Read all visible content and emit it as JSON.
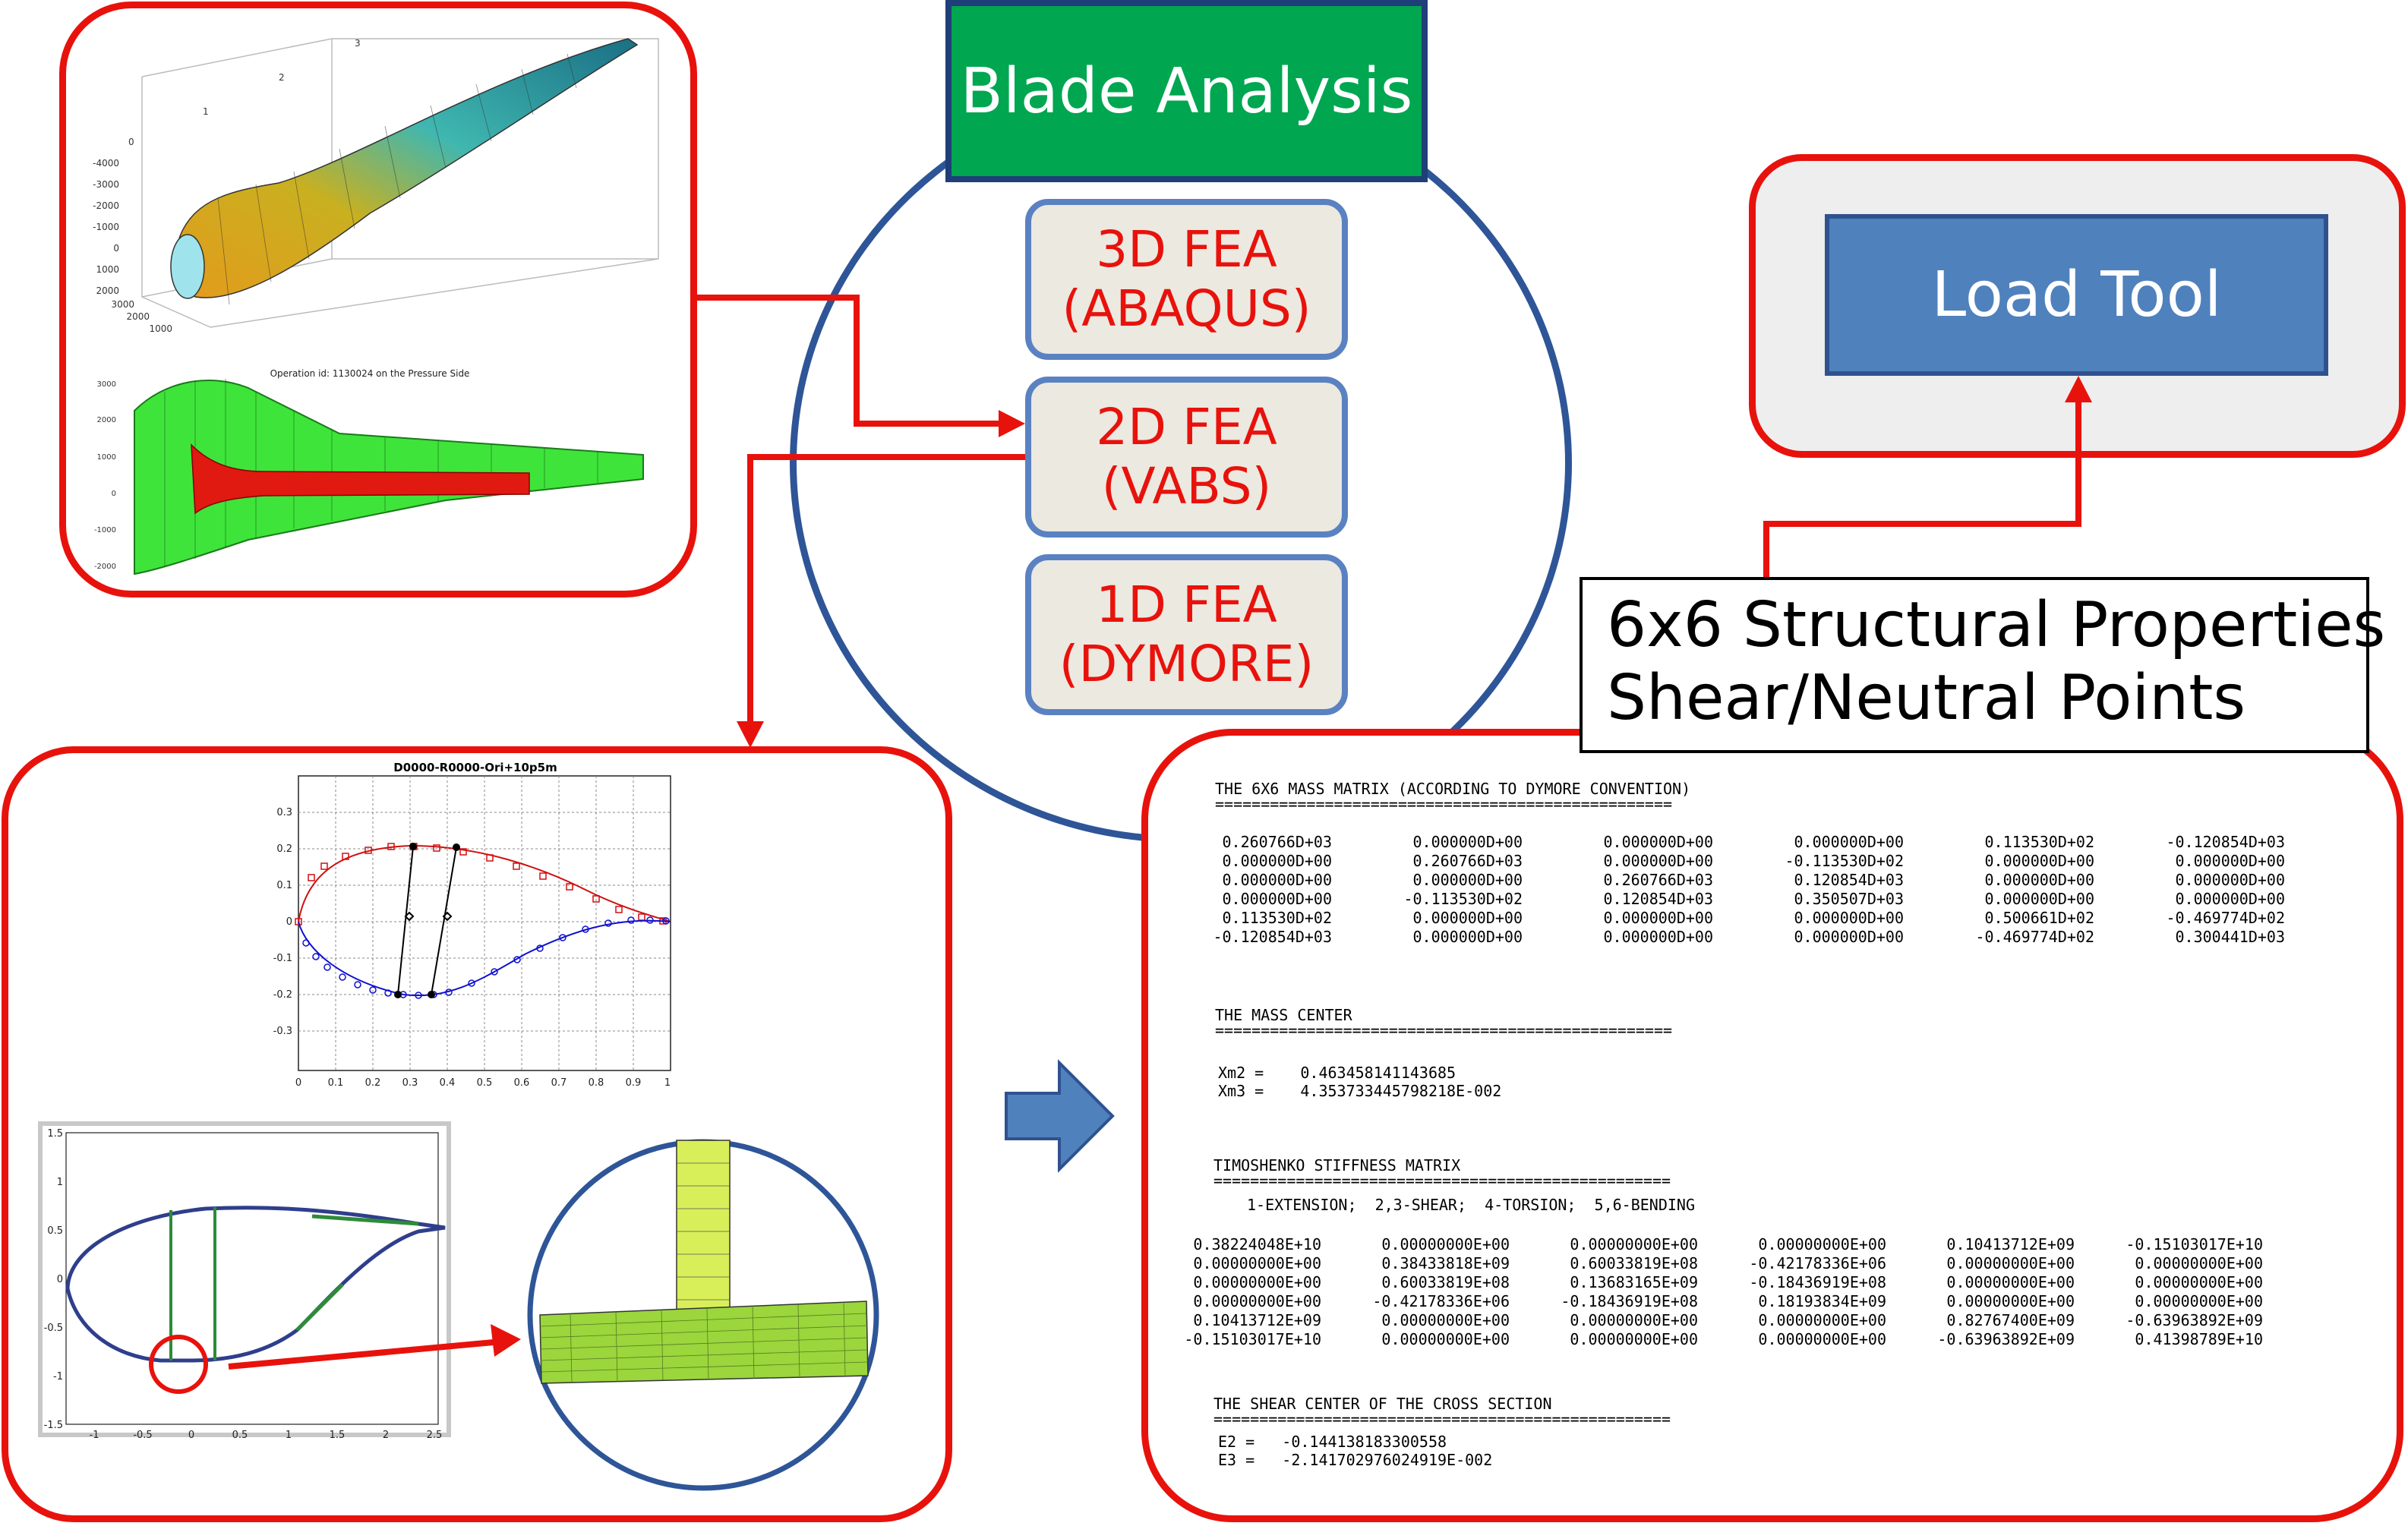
{
  "title": "Blade Analysis",
  "methods": [
    {
      "line1": "3D FEA",
      "line2": "(ABAQUS)"
    },
    {
      "line1": "2D FEA",
      "line2": "(VABS)"
    },
    {
      "line1": "1D FEA",
      "line2": "(DYMORE)"
    }
  ],
  "load_tool": "Load Tool",
  "properties": {
    "line1": "6x6 Structural Properties",
    "line2": "Shear/Neutral Points"
  },
  "blade_plot": {
    "y_ticks": [
      "-4000",
      "-3000",
      "-2000",
      "-1000",
      "0",
      "1000",
      "2000"
    ],
    "x_ticks": [
      "3000",
      "2000",
      "1000"
    ],
    "z_ticks": [
      "0",
      "1",
      "2",
      "3"
    ],
    "pressure_title": "Operation id: 1130024 on the Pressure Side",
    "pressure_y_ticks": [
      "3000",
      "2000",
      "1000",
      "0",
      "-1000",
      "-2000"
    ]
  },
  "airfoil_plot": {
    "title": "D0000-R0000-Ori+10p5m",
    "y_ticks": [
      "0.3",
      "0.2",
      "0.1",
      "0",
      "-0.1",
      "-0.2",
      "-0.3"
    ],
    "x_ticks": [
      "0",
      "0.1",
      "0.2",
      "0.3",
      "0.4",
      "0.5",
      "0.6",
      "0.7",
      "0.8",
      "0.9",
      "1"
    ]
  },
  "mesh_plot": {
    "y_ticks": [
      "1.5",
      "1",
      "0.5",
      "0",
      "-0.5",
      "-1",
      "-1.5"
    ],
    "x_ticks": [
      "-1",
      "-0.5",
      "0",
      "0.5",
      "1",
      "1.5",
      "2",
      "2.5"
    ]
  },
  "output": {
    "mass_title": "THE 6X6 MASS MATRIX (ACCORDING TO DYMORE CONVENTION)",
    "rule": "==================================================",
    "mass_rows": [
      [
        "0.260766D+03",
        "0.000000D+00",
        "0.000000D+00",
        "0.000000D+00",
        "0.113530D+02",
        "-0.120854D+03"
      ],
      [
        "0.000000D+00",
        "0.260766D+03",
        "0.000000D+00",
        "-0.113530D+02",
        "0.000000D+00",
        "0.000000D+00"
      ],
      [
        "0.000000D+00",
        "0.000000D+00",
        "0.260766D+03",
        "0.120854D+03",
        "0.000000D+00",
        "0.000000D+00"
      ],
      [
        "0.000000D+00",
        "-0.113530D+02",
        "0.120854D+03",
        "0.350507D+03",
        "0.000000D+00",
        "0.000000D+00"
      ],
      [
        "0.113530D+02",
        "0.000000D+00",
        "0.000000D+00",
        "0.000000D+00",
        "0.500661D+02",
        "-0.469774D+02"
      ],
      [
        "-0.120854D+03",
        "0.000000D+00",
        "0.000000D+00",
        "0.000000D+00",
        "-0.469774D+02",
        "0.300441D+03"
      ]
    ],
    "center_title": "THE MASS CENTER",
    "xm2": "Xm2 =    0.463458141143685",
    "xm3": "Xm3 =    4.353733445798218E-002",
    "stiff_title": "TIMOSHENKO STIFFNESS MATRIX",
    "stiff_legend": "1-EXTENSION;  2,3-SHEAR;  4-TORSION;  5,6-BENDING",
    "stiff_rows": [
      [
        "0.38224048E+10",
        "0.00000000E+00",
        "0.00000000E+00",
        "0.00000000E+00",
        "0.10413712E+09",
        "-0.15103017E+10"
      ],
      [
        "0.00000000E+00",
        "0.38433818E+09",
        "0.60033819E+08",
        "-0.42178336E+06",
        "0.00000000E+00",
        "0.00000000E+00"
      ],
      [
        "0.00000000E+00",
        "0.60033819E+08",
        "0.13683165E+09",
        "-0.18436919E+08",
        "0.00000000E+00",
        "0.00000000E+00"
      ],
      [
        "0.00000000E+00",
        "-0.42178336E+06",
        "-0.18436919E+08",
        "0.18193834E+09",
        "0.00000000E+00",
        "0.00000000E+00"
      ],
      [
        "0.10413712E+09",
        "0.00000000E+00",
        "0.00000000E+00",
        "0.00000000E+00",
        "0.82767400E+09",
        "-0.63963892E+09"
      ],
      [
        "-0.15103017E+10",
        "0.00000000E+00",
        "0.00000000E+00",
        "0.00000000E+00",
        "-0.63963892E+09",
        "0.41398789E+10"
      ]
    ],
    "shear_title": "THE SHEAR CENTER OF THE CROSS SECTION",
    "e2": "E2 =   -0.144138183300558",
    "e3": "E3 =   -2.141702976024919E-002"
  },
  "colors": {
    "accent_red": "#e8120c",
    "title_green": "#00a650",
    "box_blue": "#4f81bd",
    "circle_blue": "#2e5597"
  }
}
